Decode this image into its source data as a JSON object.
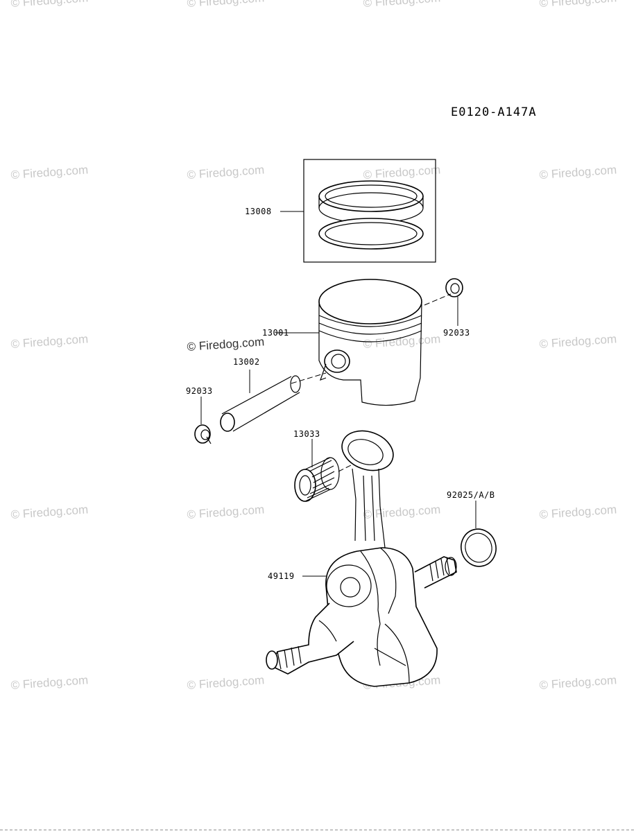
{
  "diagram": {
    "code": "E0120-A147A",
    "parts": [
      {
        "id": "13008",
        "name": "piston-ring-set"
      },
      {
        "id": "13001",
        "name": "piston"
      },
      {
        "id": "92033",
        "name": "circlip-right"
      },
      {
        "id": "13002",
        "name": "piston-pin"
      },
      {
        "id": "92033",
        "name": "circlip-left"
      },
      {
        "id": "13033",
        "name": "needle-bearing"
      },
      {
        "id": "92025/A/B",
        "name": "crank-seal"
      },
      {
        "id": "49119",
        "name": "crankshaft"
      }
    ]
  },
  "watermark": {
    "text": "© Firedog.com",
    "dark_text": "© Firedog.com"
  }
}
